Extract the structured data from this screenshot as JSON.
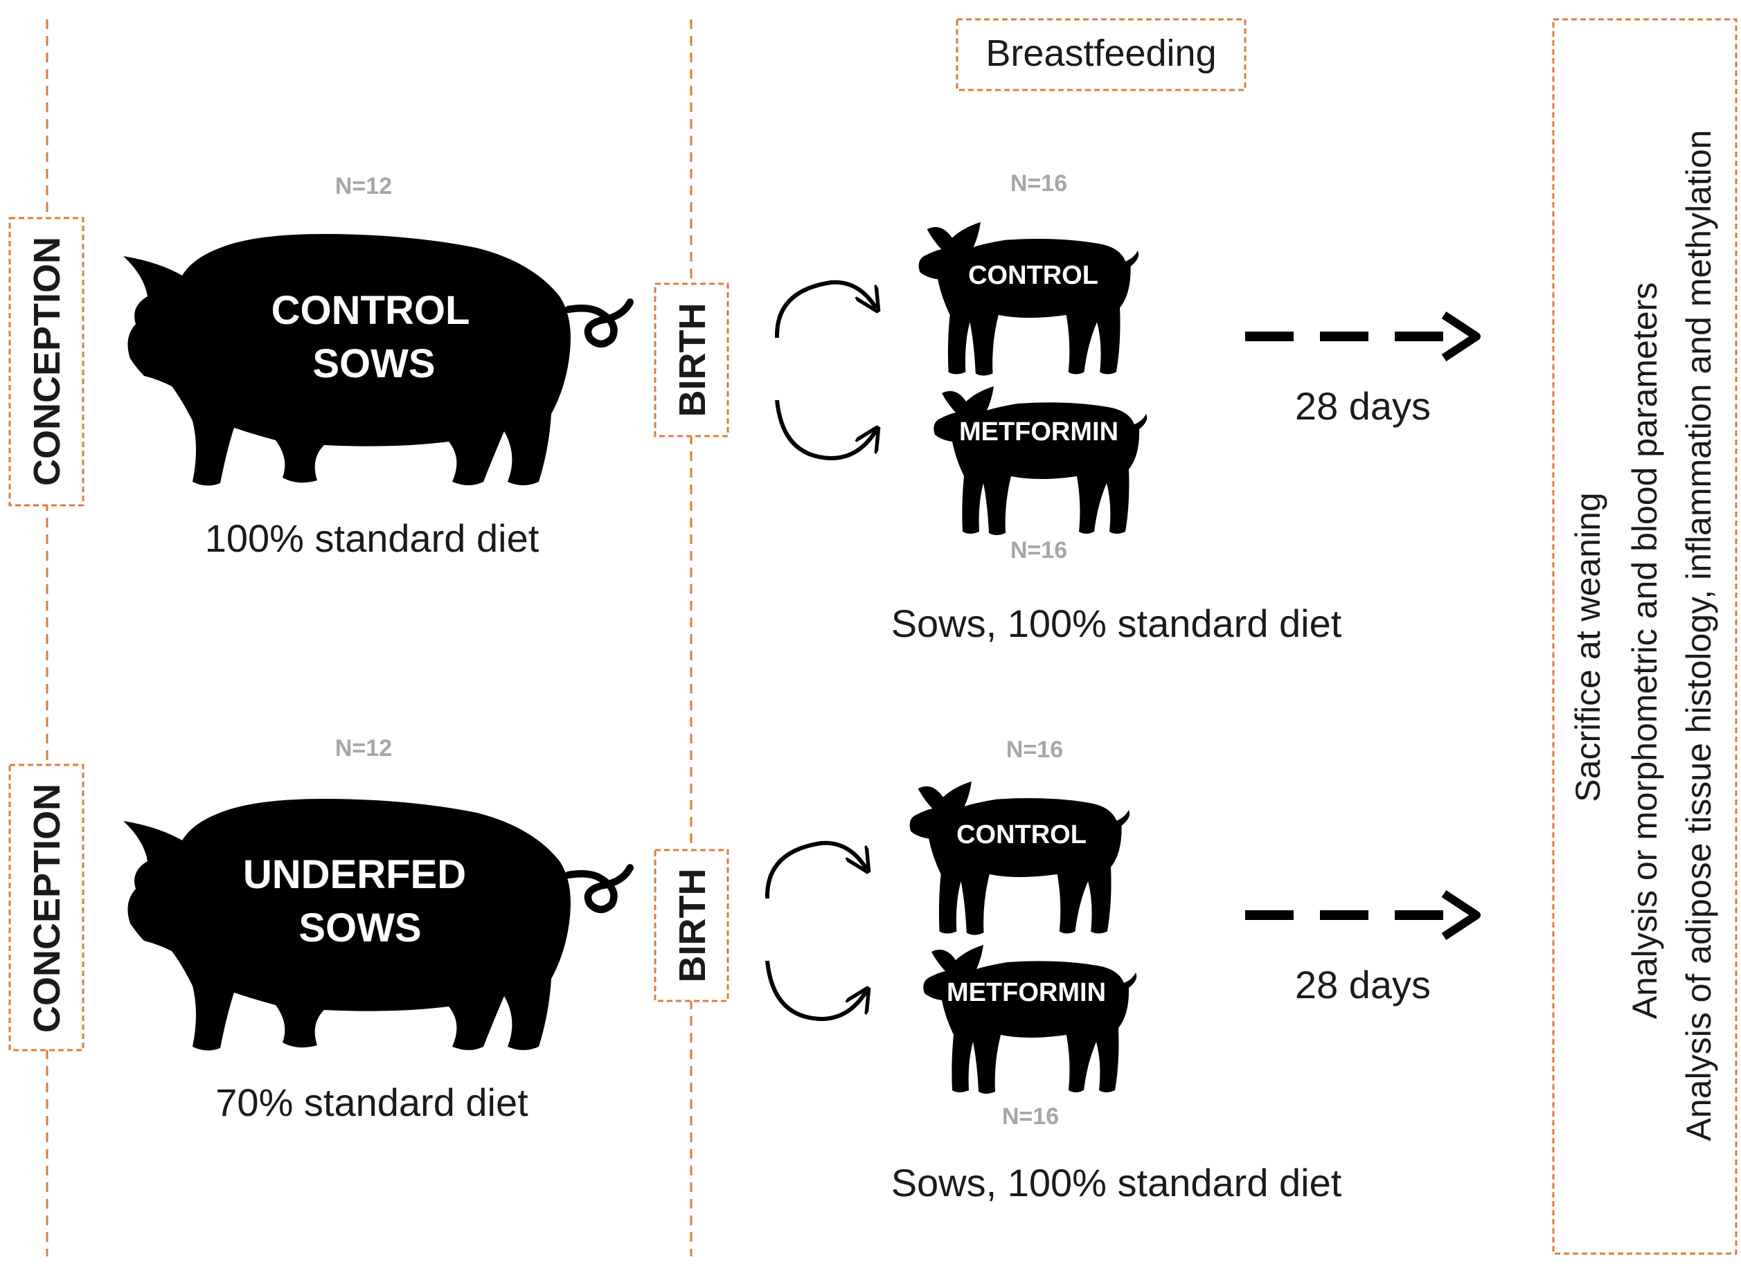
{
  "timeline": {
    "conception_label": "CONCEPTION",
    "birth_label": "BIRTH",
    "breastfeeding_label": "Breastfeeding",
    "accent_color": "#e07b39"
  },
  "groups": [
    {
      "sow_label_line1": "CONTROL",
      "sow_label_line2": "SOWS",
      "sow_n": "N=12",
      "sow_diet": "100% standard diet",
      "piglets_top_n": "N=16",
      "piglet_control_label": "CONTROL",
      "piglet_metformin_label": "METFORMIN",
      "piglets_bottom_n": "N=16",
      "lactation_diet": "Sows, 100% standard diet",
      "duration": "28 days"
    },
    {
      "sow_label_line1": "UNDERFED",
      "sow_label_line2": "SOWS",
      "sow_n": "N=12",
      "sow_diet": "70% standard diet",
      "piglets_top_n": "N=16",
      "piglet_control_label": "CONTROL",
      "piglet_metformin_label": "METFORMIN",
      "piglets_bottom_n": "N=16",
      "lactation_diet": "Sows, 100% standard diet",
      "duration": "28 days"
    }
  ],
  "outcome": {
    "line1": "Sacrifice at weaning",
    "line2": "Analysis or morphometric and blood parameters",
    "line3": "Analysis of adipose tissue histology, inflammation and methylation"
  }
}
